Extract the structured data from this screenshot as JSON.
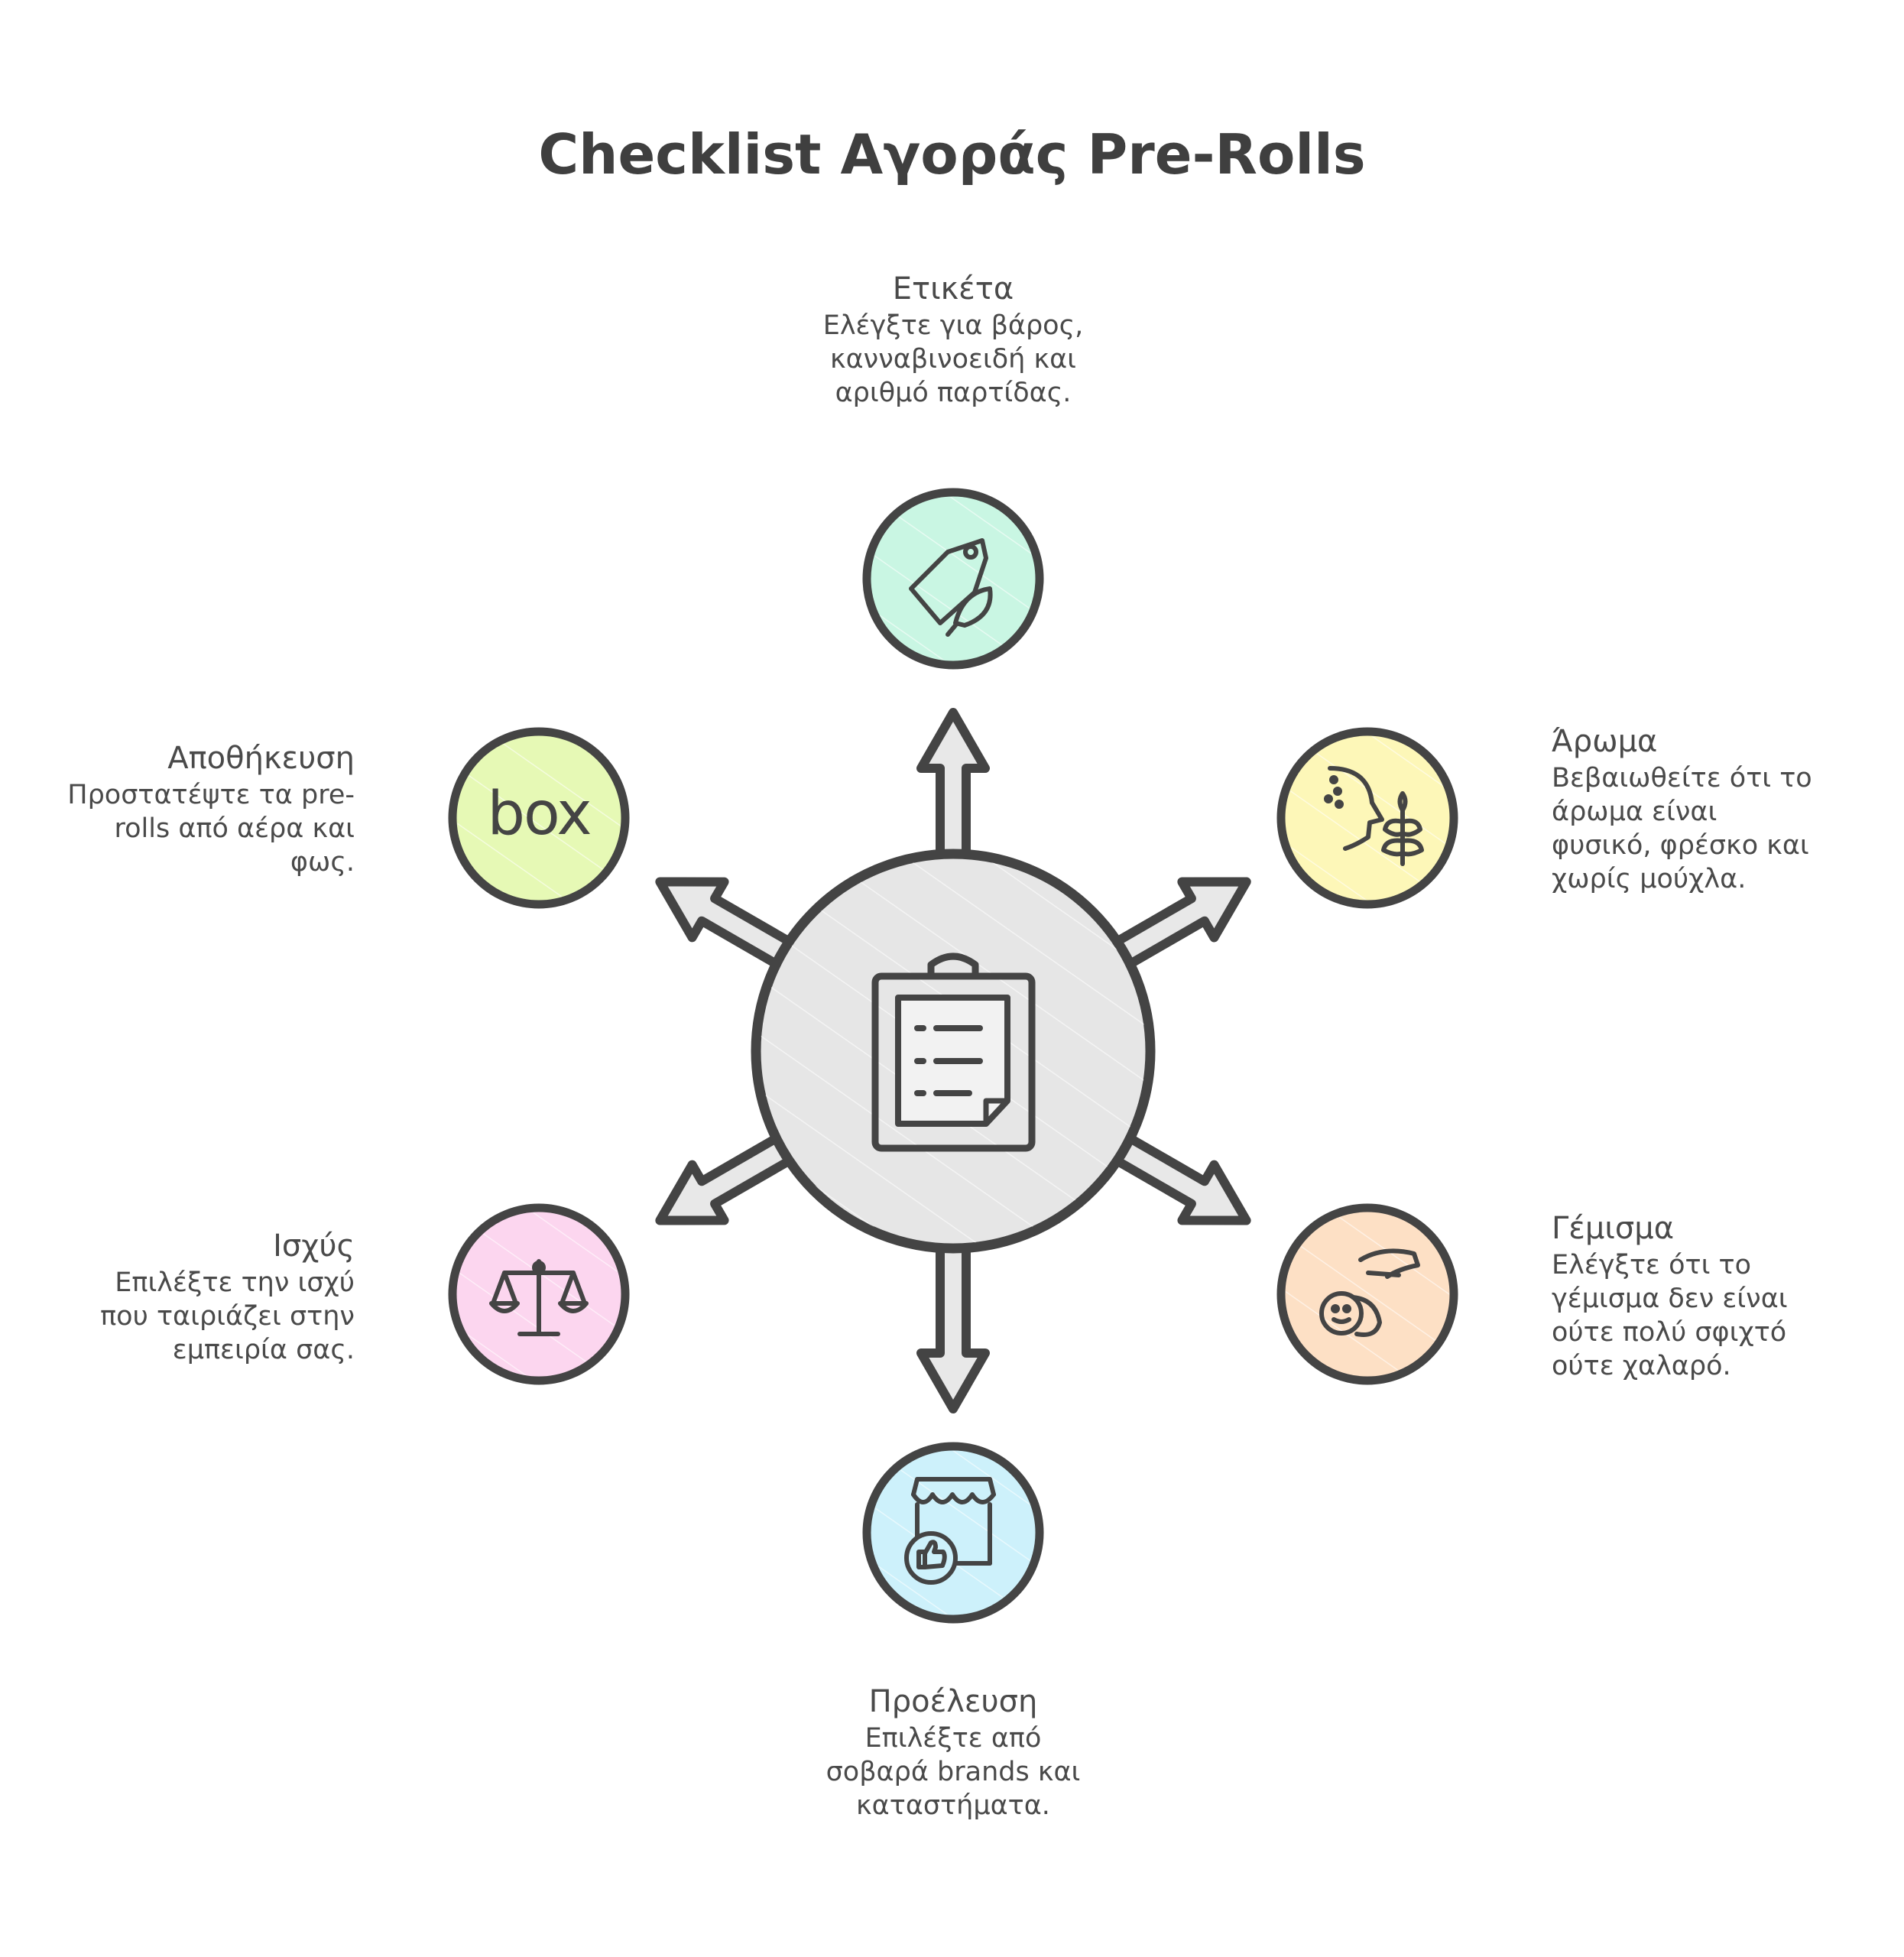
{
  "title": "Checklist Αγοράς Pre-Rolls",
  "items": {
    "label": {
      "heading": "Ετικέτα",
      "description": "Ελέγξτε για βάρος,\nκανναβινοειδή και\nαριθμό παρτίδας.",
      "icon": "price-tag-leaf-icon",
      "color": "#c9f6e3"
    },
    "aroma": {
      "heading": "Άρωμα",
      "description": "Βεβαιωθείτε ότι το\nάρωμα είναι\nφυσικό, φρέσκο και\nχωρίς μούχλα.",
      "icon": "smell-face-icon",
      "color": "#fdf7b8"
    },
    "filling": {
      "heading": "Γέμισμα",
      "description": "Ελέγξτε ότι το\nγέμισμα δεν είναι\nούτε πολύ σφιχτό\nούτε χαλαρό.",
      "icon": "hand-roll-icon",
      "color": "#fde0c5"
    },
    "origin": {
      "heading": "Προέλευση",
      "description": "Επιλέξτε από\nσοβαρά brands και\nκαταστήματα.",
      "icon": "shop-thumbs-up-icon",
      "color": "#cdf1fb"
    },
    "potency": {
      "heading": "Ισχύς",
      "description": "Επιλέξτε την ισχύ\nπου ταιριάζει στην\nεμπειρία σας.",
      "icon": "balance-scale-icon",
      "color": "#fcd6ef"
    },
    "storage": {
      "heading": "Αποθήκευση",
      "description": "Προστατέψτε τα pre-\nrolls από αέρα και\nφως.",
      "icon": "box-logo-icon",
      "icon_text": "box",
      "color": "#e6f9b5"
    }
  },
  "center": {
    "icon": "clipboard-checklist-icon",
    "color": "#e6e6e6"
  },
  "ink_color": "#444444"
}
